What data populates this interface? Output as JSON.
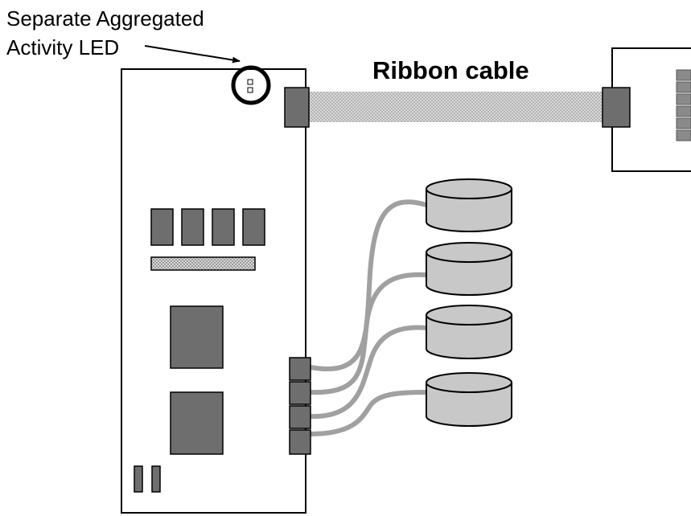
{
  "annotations": {
    "led_label_line1": "Separate Aggregated",
    "led_label_line2": "Activity LED",
    "ribbon_label": "Ribbon cable"
  },
  "colors": {
    "outline": "#000000",
    "chip_fill": "#6e6e6e",
    "connector_fill": "#6e6e6e",
    "disk_fill": "#c8c8c8",
    "cable_color": "#a0a0a0",
    "ribbon_fill": "#d0d0d0",
    "background": "#ffffff"
  },
  "components": {
    "controller_card": "raid-controller-card",
    "ram_chip_count": 4,
    "processor_chip_count": 2,
    "drive_count": 4,
    "drive_connector_count": 4,
    "jumper_pin_count": 2
  }
}
